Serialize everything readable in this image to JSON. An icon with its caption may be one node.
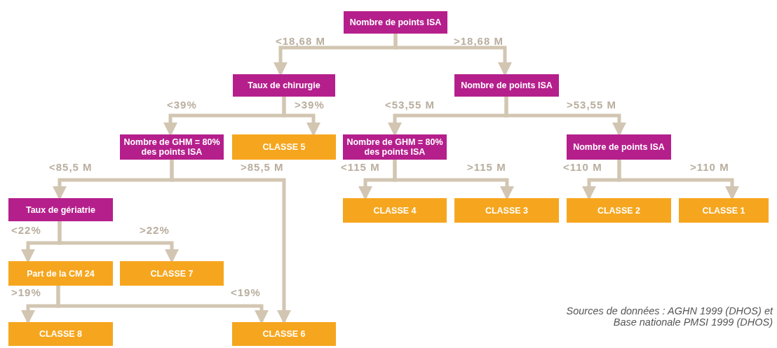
{
  "diagram": {
    "nodes": [
      {
        "text": [
          "Nombre de points ISA"
        ]
      },
      {
        "text": [
          "Taux de chirurgie"
        ]
      },
      {
        "text": [
          "Nombre de points ISA"
        ]
      },
      {
        "text": [
          "Nombre de GHM = 80% des points ISA"
        ]
      },
      {
        "text": [
          "CLASSE 5"
        ]
      },
      {
        "text": [
          "Nombre de GHM = 80% des points ISA"
        ]
      },
      {
        "text": [
          "Nombre de points ISA"
        ]
      },
      {
        "text": [
          "Taux de gériatrie"
        ]
      },
      {
        "text": [
          "CLASSE 4"
        ]
      },
      {
        "text": [
          "CLASSE 3"
        ]
      },
      {
        "text": [
          "CLASSE 2"
        ]
      },
      {
        "text": [
          "CLASSE 1"
        ]
      },
      {
        "text": [
          "Part de la CM 24"
        ]
      },
      {
        "text": [
          "CLASSE 7"
        ]
      },
      {
        "text": [
          "CLASSE 8"
        ]
      },
      {
        "text": [
          "CLASSE 6"
        ]
      }
    ],
    "edges": [
      {
        "from": 0,
        "to": 1,
        "arrow": "to",
        "label": "<18,68 M"
      },
      {
        "from": 0,
        "to": 2,
        "arrow": "to",
        "label": ">18,68 M"
      },
      {
        "from": 1,
        "to": 3,
        "arrow": "to",
        "label": "<39%"
      },
      {
        "from": 1,
        "to": 4,
        "arrow": "to",
        "label": ">39%"
      },
      {
        "from": 2,
        "to": 5,
        "arrow": "to",
        "label": "<53,55 M"
      },
      {
        "from": 2,
        "to": 6,
        "arrow": "to",
        "label": ">53,55 M"
      },
      {
        "from": 3,
        "to": 7,
        "arrow": "to",
        "label": "<85,5 M"
      },
      {
        "from": 3,
        "to": 15,
        "arrow": "to",
        "label": ">85,5 M"
      },
      {
        "from": 5,
        "to": 8,
        "arrow": "to",
        "label": "<115 M"
      },
      {
        "from": 5,
        "to": 9,
        "arrow": "to",
        "label": ">115 M"
      },
      {
        "from": 6,
        "to": 10,
        "arrow": "to",
        "label": "<110 M"
      },
      {
        "from": 6,
        "to": 11,
        "arrow": "to",
        "label": ">110 M"
      },
      {
        "from": 7,
        "to": 12,
        "arrow": "to",
        "label": "<22%"
      },
      {
        "from": 7,
        "to": 13,
        "arrow": "to",
        "label": ">22%"
      },
      {
        "from": 12,
        "to": 14,
        "arrow": "to",
        "label": ">19%"
      },
      {
        "from": 12,
        "to": 15,
        "arrow": "to",
        "label": "<19%"
      }
    ],
    "labels": [
      "Sources de données : AGHN 1999 (DHOS) et Base nationale PMSI 1999 (DHOS)"
    ]
  }
}
